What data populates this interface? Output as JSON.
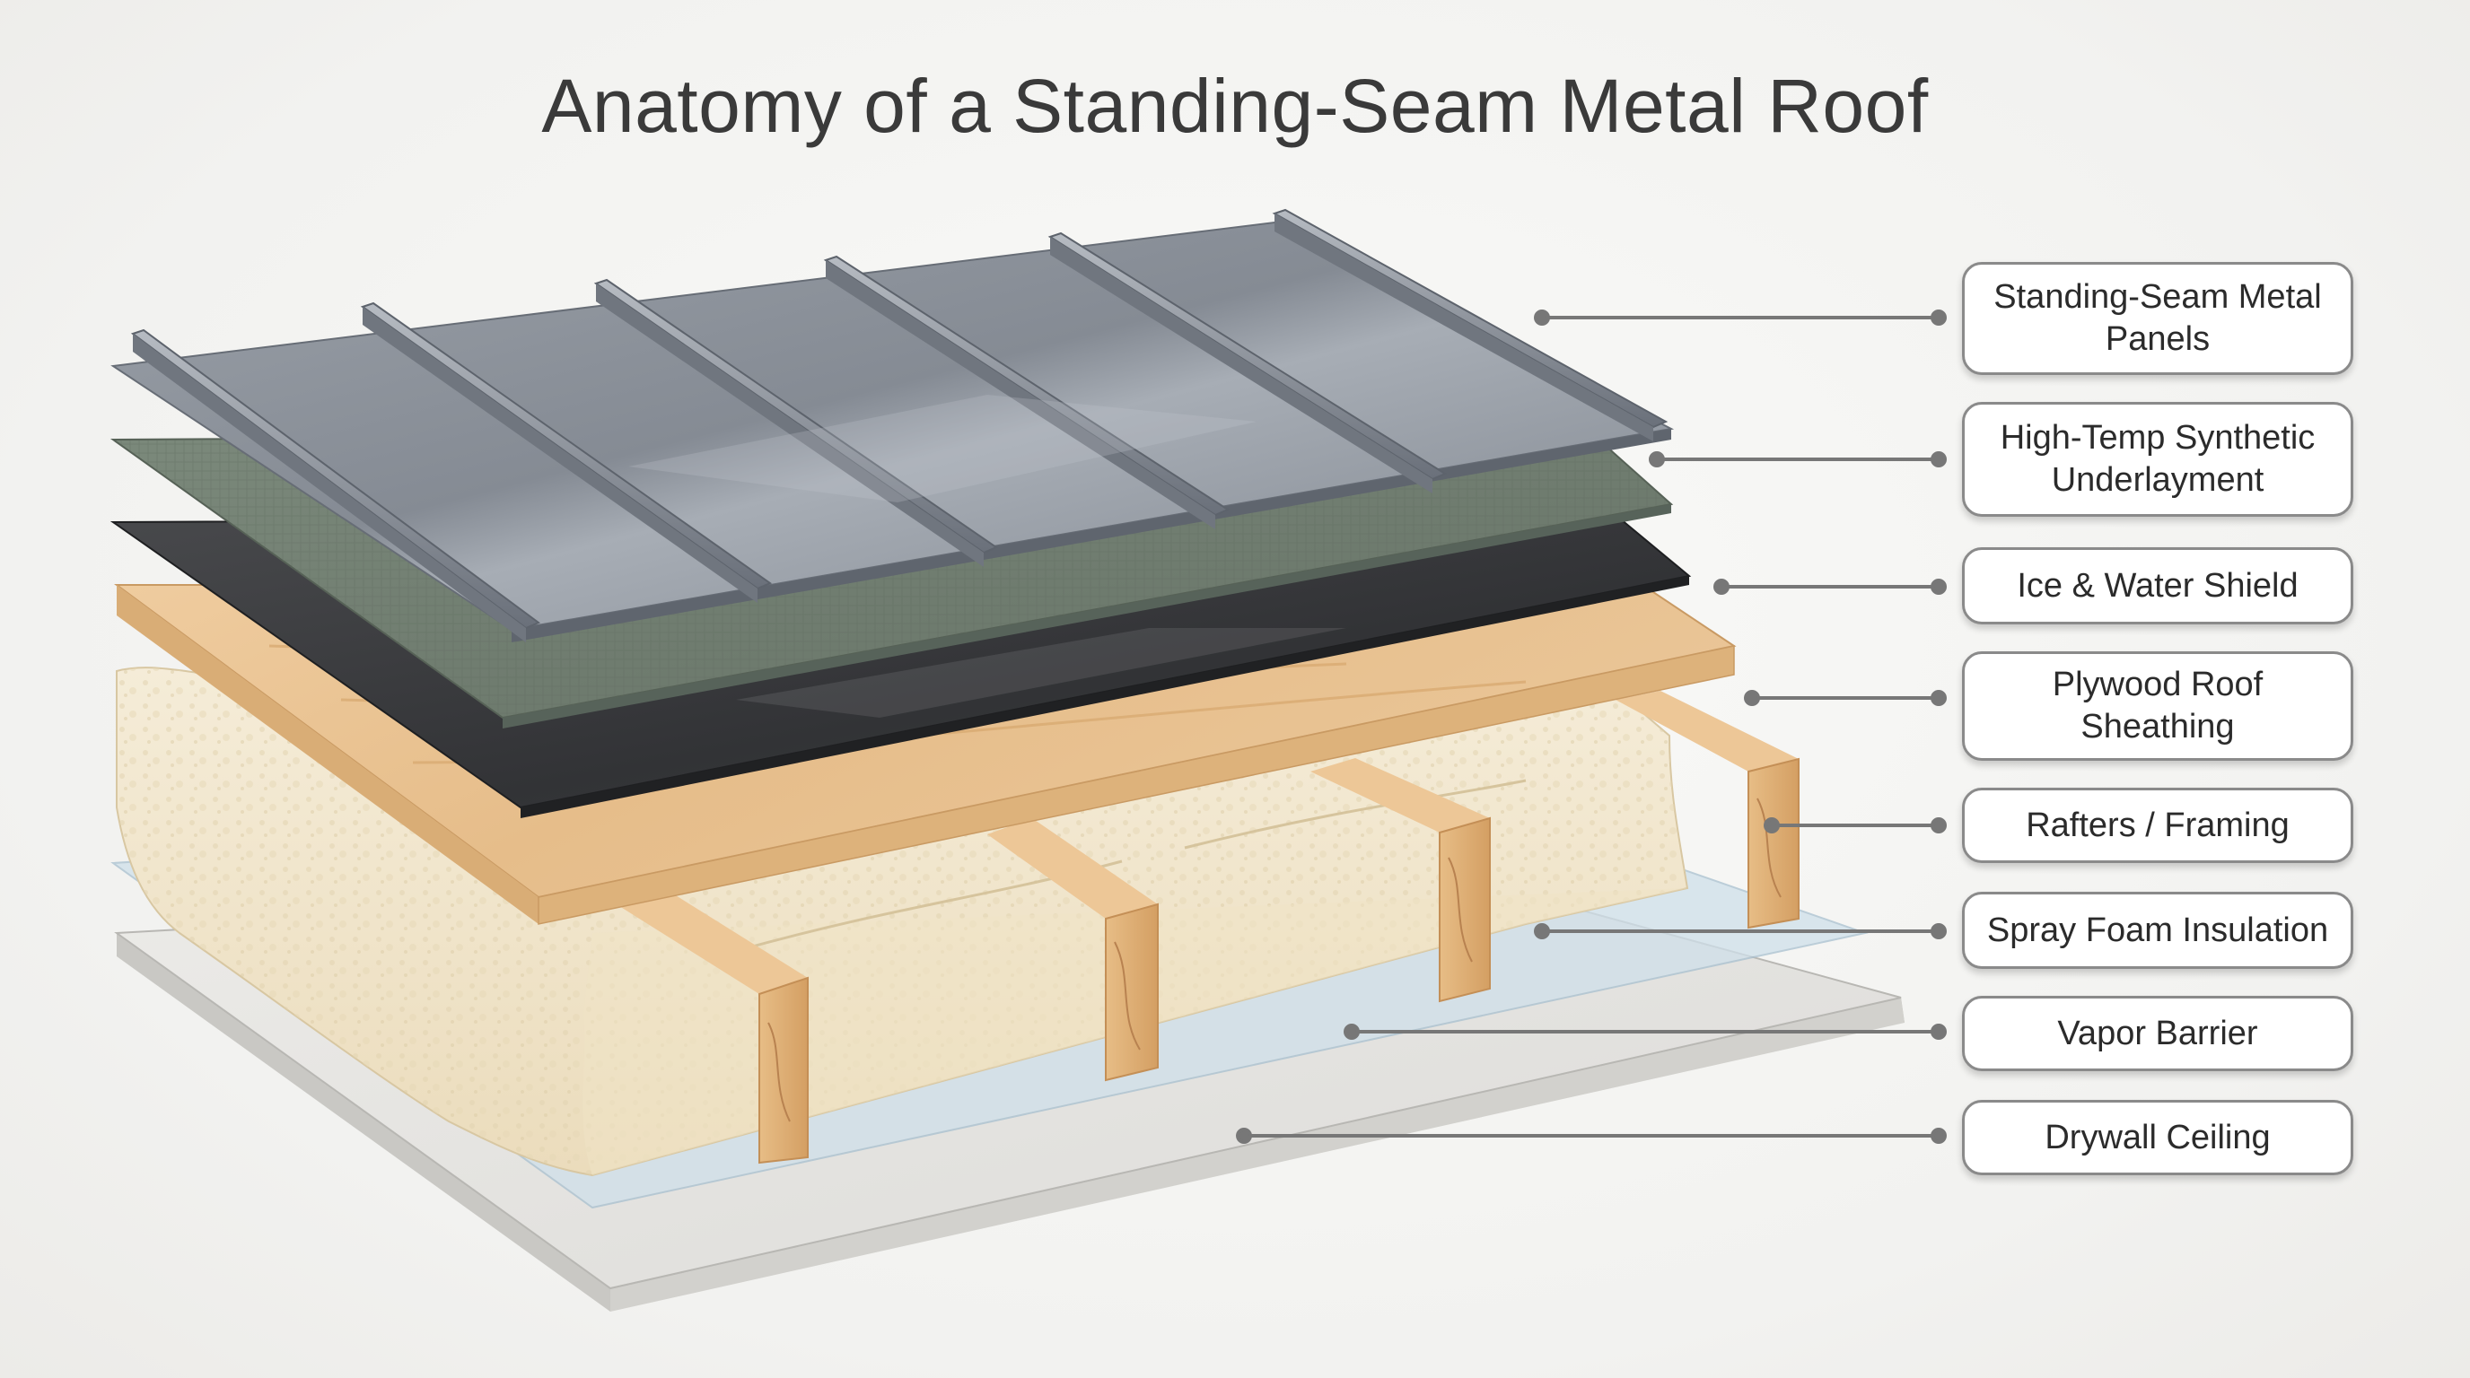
{
  "title": "Anatomy of a Standing-Seam Metal Roof",
  "layers": [
    {
      "id": "panels",
      "label": "Standing-Seam Metal Panels"
    },
    {
      "id": "underlayment",
      "label": "High-Temp Synthetic Underlayment"
    },
    {
      "id": "ice-water",
      "label": "Ice & Water Shield"
    },
    {
      "id": "plywood",
      "label": "Plywood Roof Sheathing"
    },
    {
      "id": "rafters",
      "label": "Rafters / Framing"
    },
    {
      "id": "foam",
      "label": "Spray Foam Insulation"
    },
    {
      "id": "vapor",
      "label": "Vapor Barrier"
    },
    {
      "id": "drywall",
      "label": "Drywall Ceiling"
    }
  ],
  "colors": {
    "metal": "#8e949c",
    "metal_seam": "#6f757e",
    "underlayment": "#6f7d6f",
    "ice_water": "#3c3d3f",
    "plywood": "#e9c394",
    "rafter": "#deb07a",
    "foam": "#f1e6cc",
    "vapor": "#cfe0ea",
    "drywall": "#e4e3e0",
    "leader": "#777777"
  }
}
